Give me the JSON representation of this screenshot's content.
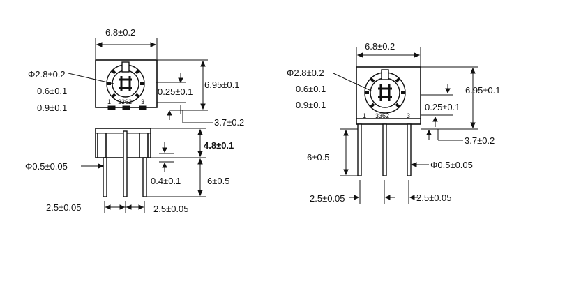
{
  "left_view": {
    "top": {
      "width_dim": "6.8±0.2",
      "diameter_dim": "Φ2.8±0.2",
      "dim_06": "0.6±0.1",
      "dim_09": "0.9±0.1",
      "dim_025": "0.25±0.1",
      "height_dim": "6.95±0.1",
      "dim_37": "3.7±0.2",
      "marking": "3362",
      "pin1": "1",
      "pin3": "3"
    },
    "side": {
      "body_height": "4.8±0.1",
      "pin_diameter": "Φ0.5±0.05",
      "dim_04": "0.4±0.1",
      "pin_length": "6±0.5",
      "pitch_left": "2.5±0.05",
      "pitch_right": "2.5±0.05"
    }
  },
  "right_view": {
    "width_dim": "6.8±0.2",
    "diameter_dim": "Φ2.8±0.2",
    "dim_06": "0.6±0.1",
    "dim_09": "0.9±0.1",
    "dim_025": "0.25±0.1",
    "height_dim": "6.95±0.1",
    "dim_37": "3.7±0.2",
    "marking": "3362",
    "pin1": "1",
    "pin3": "3",
    "pin_length": "6±0.5",
    "pin_diameter": "Φ0.5±0.05",
    "pitch_left": "2.5±0.05",
    "pitch_right": "2.5±0.05"
  }
}
